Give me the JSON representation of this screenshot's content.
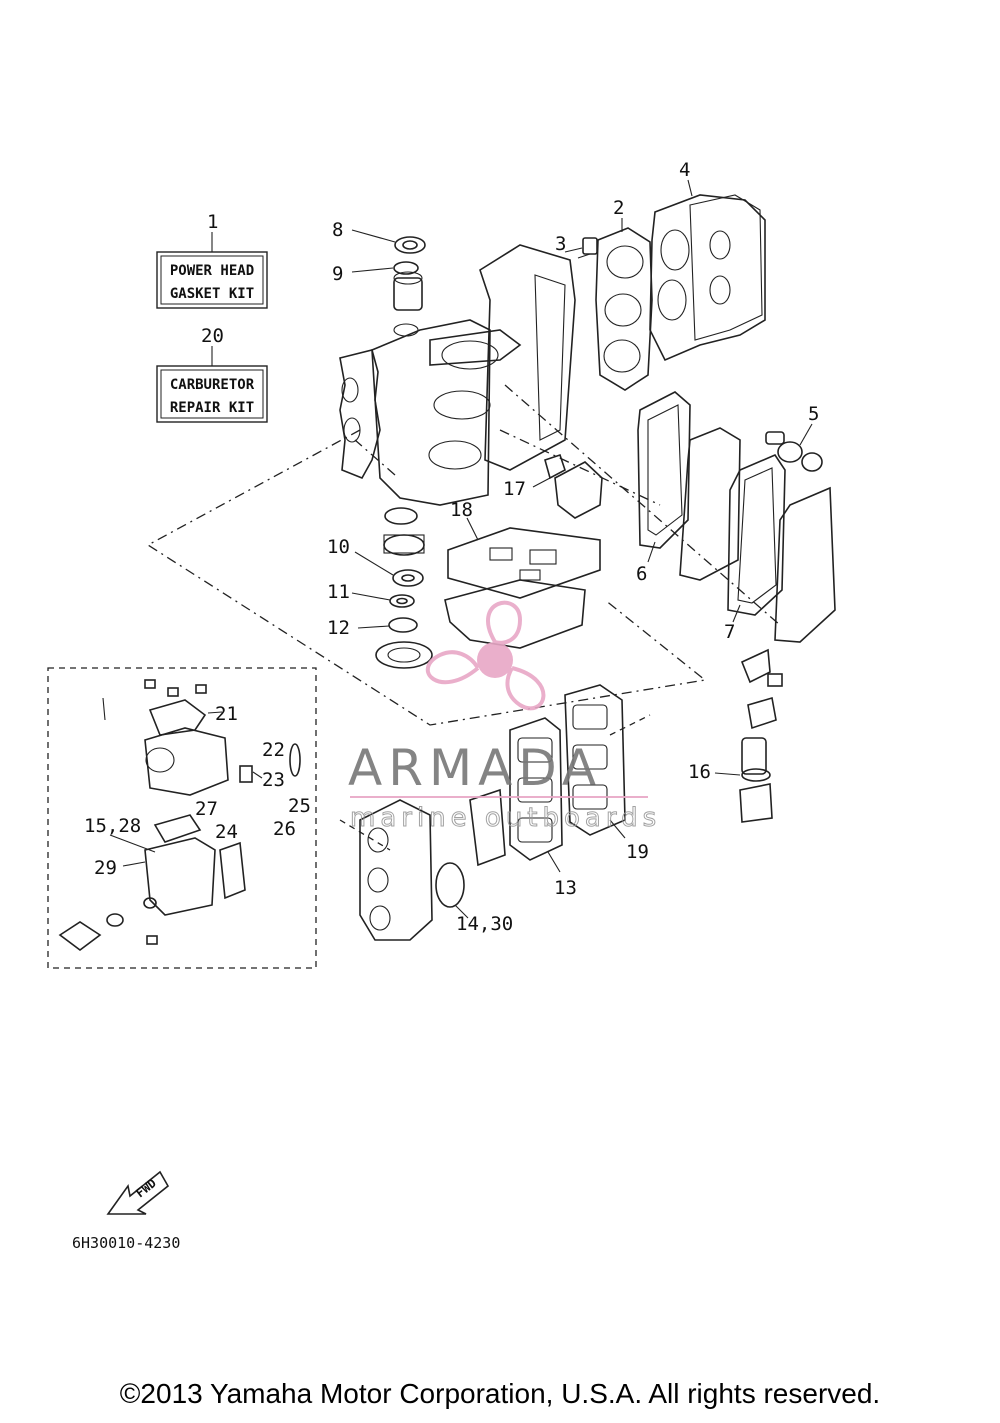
{
  "kits": [
    {
      "number": "1",
      "lines": [
        "POWER HEAD",
        "GASKET KIT"
      ]
    },
    {
      "number": "20",
      "lines": [
        "CARBURETOR",
        "REPAIR KIT"
      ]
    }
  ],
  "callouts": [
    "2",
    "3",
    "4",
    "5",
    "6",
    "7",
    "8",
    "9",
    "10",
    "11",
    "12",
    "13",
    "14,30",
    "15,28",
    "16",
    "17",
    "18",
    "19",
    "21",
    "22",
    "23",
    "24",
    "25",
    "26",
    "27",
    "29"
  ],
  "fwd_label": "FWD",
  "diagram_code": "6H30010-4230",
  "watermark": {
    "brand": "ARMADA",
    "tagline": "marine outboards",
    "color": "#e8a7c6"
  },
  "copyright": "©2013 Yamaha Motor Corporation, U.S.A. All rights reserved."
}
